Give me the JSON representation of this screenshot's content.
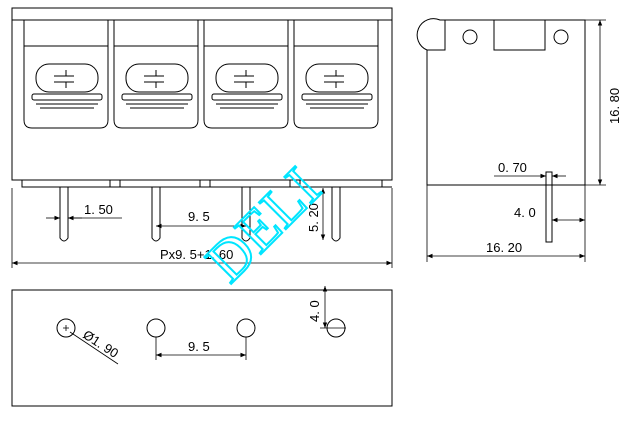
{
  "drawing": {
    "front_view": {
      "pin_width": "1. 50",
      "pitch": "9. 5",
      "pin_length": "5. 20",
      "total_length": "Px9. 5+1. 60"
    },
    "side_view": {
      "height": "16. 80",
      "pin_thickness": "0. 70",
      "pin_offset": "4. 0",
      "depth": "16. 20"
    },
    "bottom_view": {
      "hole_diameter": "Ø1. 90",
      "hole_pitch": "9. 5",
      "edge_offset": "4. 0"
    },
    "watermark": "DELI",
    "colors": {
      "line": "#000000",
      "watermark": "#00e5ff",
      "background": "#ffffff"
    }
  }
}
